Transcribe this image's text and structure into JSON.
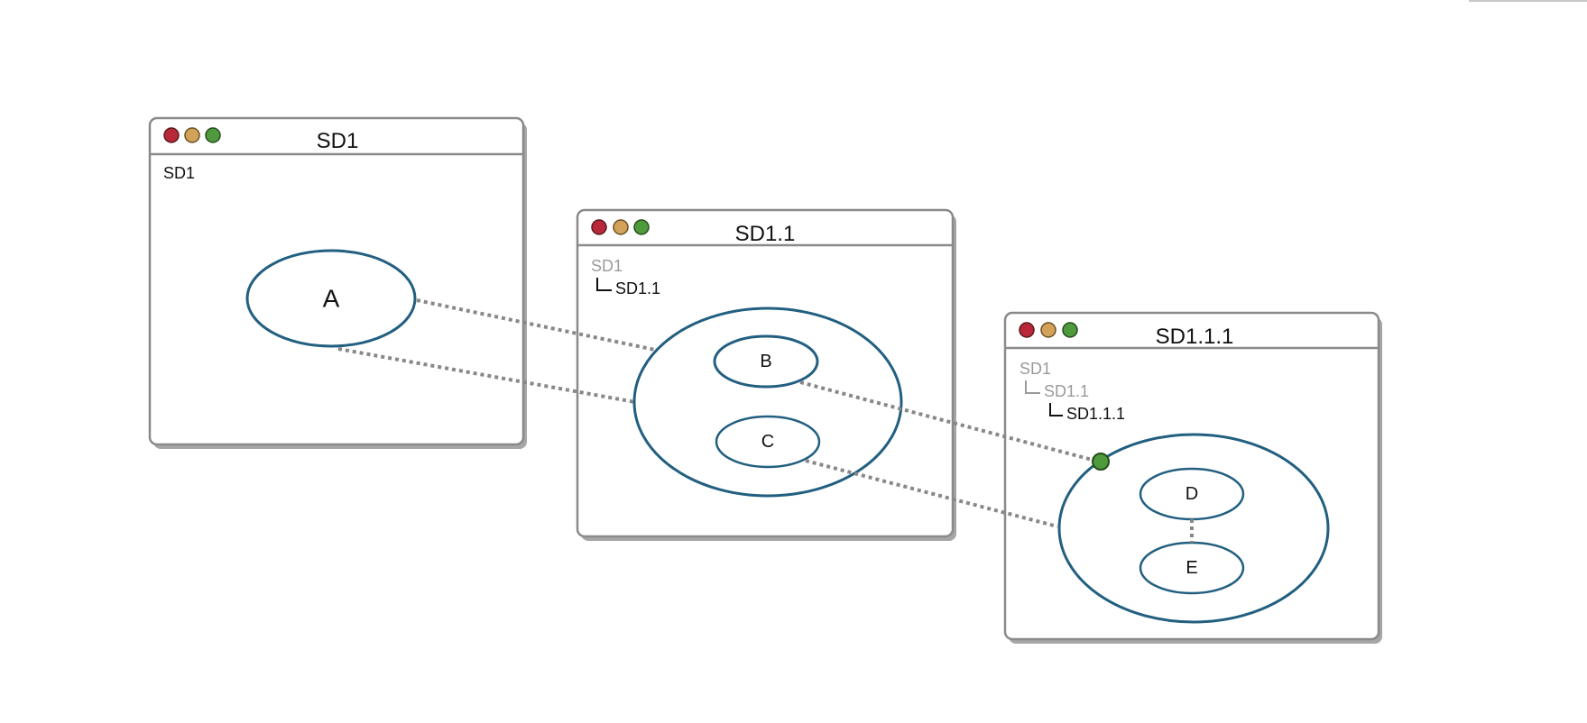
{
  "windows": [
    {
      "title": "SD1",
      "breadcrumb": [
        {
          "label": "SD1",
          "current": true
        }
      ]
    },
    {
      "title": "SD1.1",
      "breadcrumb": [
        {
          "label": "SD1",
          "current": false
        },
        {
          "label": "SD1.1",
          "current": true
        }
      ]
    },
    {
      "title": "SD1.1.1",
      "breadcrumb": [
        {
          "label": "SD1",
          "current": false
        },
        {
          "label": "SD1.1",
          "current": false
        },
        {
          "label": "SD1.1.1",
          "current": true
        }
      ]
    }
  ],
  "nodes": {
    "a": "A",
    "b": "B",
    "c": "C",
    "d": "D",
    "e": "E"
  },
  "colors": {
    "node_stroke": "#225f80",
    "link": "#888888",
    "window_border": "#8a8a8a",
    "port": "#4f9a3c",
    "traffic_red": "#b8283a",
    "traffic_yellow": "#d3a25a",
    "traffic_green": "#4f9a3c"
  }
}
